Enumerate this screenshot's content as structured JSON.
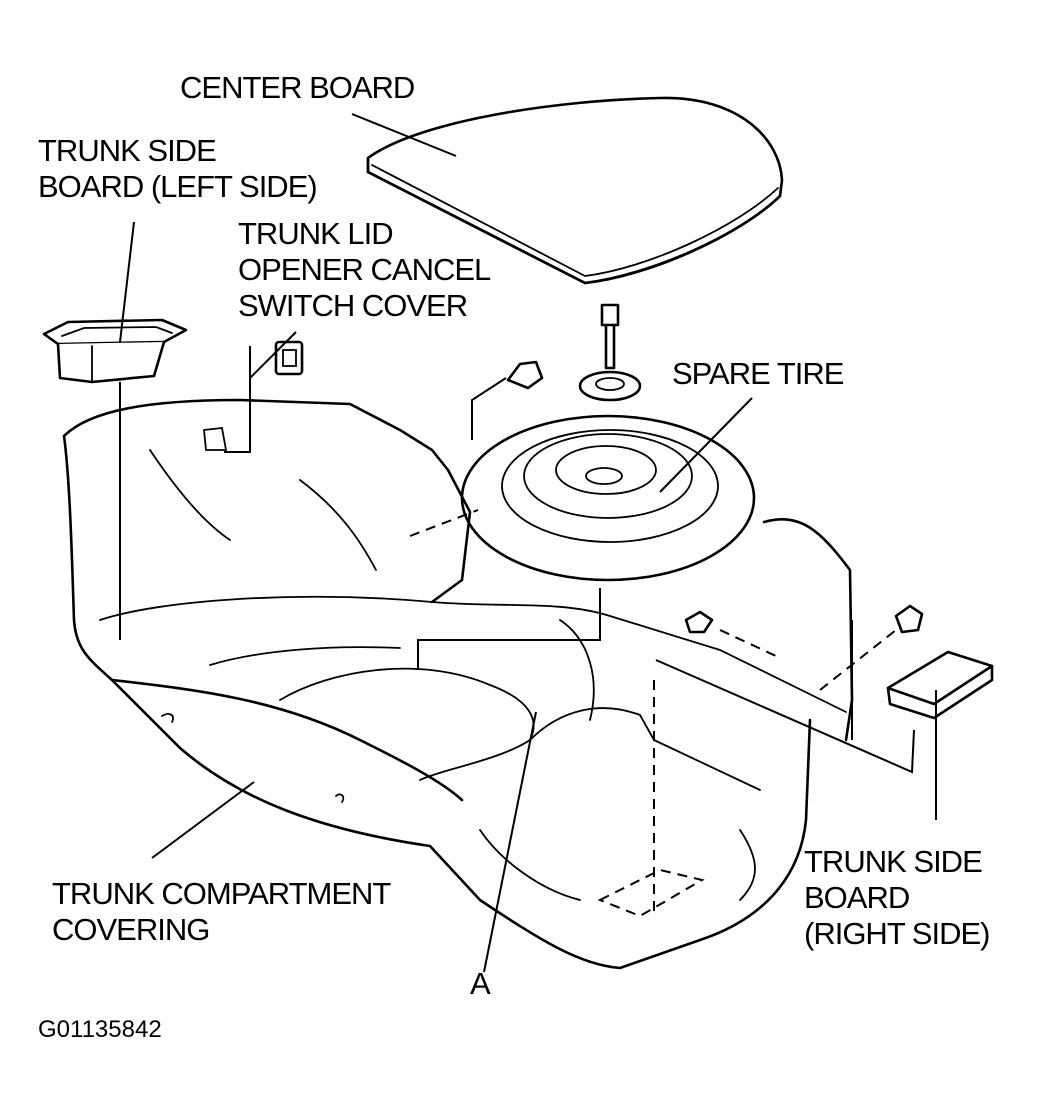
{
  "labels": {
    "center_board": "CENTER BOARD",
    "trunk_side_board_left": [
      "TRUNK SIDE",
      "BOARD (LEFT SIDE)"
    ],
    "trunk_lid_opener_cancel_switch_cover": [
      "TRUNK LID",
      "OPENER CANCEL",
      "SWITCH COVER"
    ],
    "spare_tire": "SPARE TIRE",
    "trunk_compartment_covering": [
      "TRUNK COMPARTMENT",
      "COVERING"
    ],
    "trunk_side_board_right": [
      "TRUNK SIDE",
      "BOARD",
      "(RIGHT SIDE)"
    ],
    "point_a": "A",
    "figure_code": "G01135842"
  },
  "colors": {
    "ink": "#000000",
    "background": "#ffffff"
  }
}
